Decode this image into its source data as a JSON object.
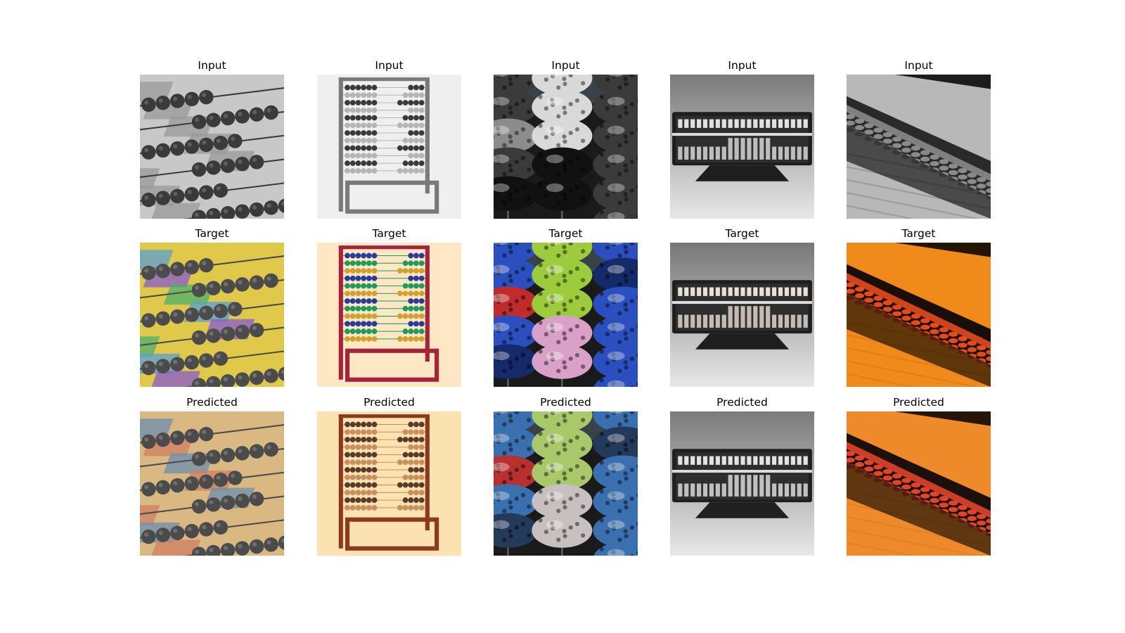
{
  "figure": {
    "columns": [
      {
        "subject": "abacus beads over colored numbered floor tiles",
        "panels": [
          {
            "title": "Input",
            "palette": [
              "#6e6e6e",
              "#c8c8c8",
              "#3a3a3a",
              "#9a9a9a"
            ]
          },
          {
            "title": "Target",
            "palette": [
              "#7f7f7f",
              "#e0c84a",
              "#4b4b4b",
              "#5aa0d0",
              "#8a5ad0",
              "#4fb06a"
            ]
          },
          {
            "title": "Predicted",
            "palette": [
              "#7d7d7d",
              "#d9b882",
              "#4b4b4b",
              "#6a8fb0",
              "#d08060"
            ]
          }
        ]
      },
      {
        "subject": "standing rainbow abacus frame",
        "panels": [
          {
            "title": "Input",
            "palette": [
              "#efefef",
              "#7a7a7a",
              "#3a3a3a",
              "#b5b5b5"
            ]
          },
          {
            "title": "Target",
            "palette": [
              "#fde7c4",
              "#a4243b",
              "#2a3a9a",
              "#1e9a5a",
              "#d0a030"
            ]
          },
          {
            "title": "Predicted",
            "palette": [
              "#fbe2b0",
              "#8a3a20",
              "#5a3a2a",
              "#c89060"
            ]
          }
        ]
      },
      {
        "subject": "large speckled glass beads on rods",
        "panels": [
          {
            "title": "Input",
            "palette": [
              "#d9d9d9",
              "#3b3b3b",
              "#8c8c8c",
              "#111111"
            ]
          },
          {
            "title": "Target",
            "palette": [
              "#9dcb3e",
              "#2b4fbf",
              "#c22b2b",
              "#d9a0c8",
              "#142a6a"
            ]
          },
          {
            "title": "Predicted",
            "palette": [
              "#a8c86a",
              "#3a6fb0",
              "#b83030",
              "#c8c0c0",
              "#233a5a"
            ]
          }
        ]
      },
      {
        "subject": "black soroban abacus on a stand",
        "panels": [
          {
            "title": "Input",
            "palette": [
              "#7a7a7a",
              "#e0e0e0",
              "#1e1e1e",
              "#bdbdbd"
            ]
          },
          {
            "title": "Target",
            "palette": [
              "#777777",
              "#e7e0d7",
              "#1e1e1e",
              "#c4bcb4"
            ]
          },
          {
            "title": "Predicted",
            "palette": [
              "#7b7b7b",
              "#e2e2e2",
              "#202020",
              "#c0c0c0"
            ]
          }
        ]
      },
      {
        "subject": "close-up of a soroban on a wooden table",
        "panels": [
          {
            "title": "Input",
            "palette": [
              "#b8b8b8",
              "#2a2a2a",
              "#8a8a8a",
              "#5a5a5a"
            ]
          },
          {
            "title": "Target",
            "palette": [
              "#f08a1a",
              "#1a0f08",
              "#e34a1e",
              "#c0601a"
            ]
          },
          {
            "title": "Predicted",
            "palette": [
              "#ee8a2a",
              "#1c110a",
              "#e0442a",
              "#c46a24"
            ]
          }
        ]
      }
    ]
  }
}
